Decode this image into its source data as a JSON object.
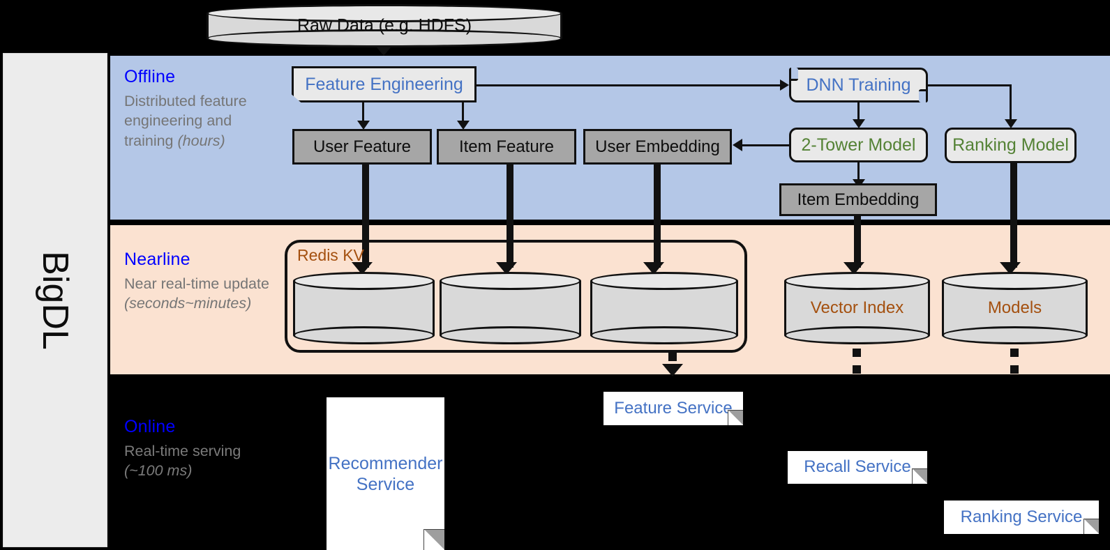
{
  "sidebar": {
    "label": "BigDL"
  },
  "source": {
    "label": "Raw Data (e.g. HDFS)"
  },
  "bands": {
    "offline": {
      "title": "Offline",
      "desc_line1": "Distributed feature engineering and training ",
      "desc_em": "(hours)"
    },
    "nearline": {
      "title": "Nearline",
      "desc_line1": "Near real-time update ",
      "desc_em": "(seconds~minutes)"
    },
    "online": {
      "title": "Online",
      "desc_line1": "Real-time serving ",
      "desc_em": "(~100 ms)"
    }
  },
  "offline": {
    "feature_engineering": "Feature Engineering",
    "dnn_training": "DNN Training",
    "user_feature": "User Feature",
    "item_feature": "Item Feature",
    "user_embedding": "User Embedding",
    "two_tower_model": "2-Tower Model",
    "ranking_model": "Ranking Model",
    "item_embedding": "Item Embedding"
  },
  "nearline": {
    "redis_kv": "Redis KV",
    "store_1": "",
    "store_2": "",
    "store_3": "",
    "vector_index": "Vector Index",
    "models": "Models"
  },
  "online": {
    "recommender_service_l1": "Recommender",
    "recommender_service_l2": "Service",
    "feature_service": "Feature Service",
    "recall_service": "Recall Service",
    "ranking_service": "Ranking Service"
  },
  "colors": {
    "offline_band": "#b4c7e7",
    "nearline_band": "#fbe2d1",
    "online_band": "#000000",
    "blue_text": "#4472c4",
    "green_text": "#548235",
    "brown_text": "#a4500f",
    "band_title": "#0000ff",
    "gray_box": "#a6a6a6",
    "sidebar": "#ececec"
  }
}
